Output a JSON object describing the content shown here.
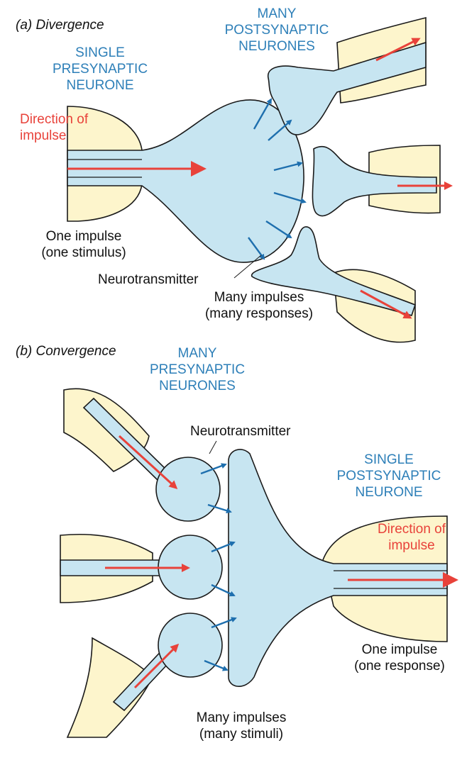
{
  "divergence": {
    "title": "(a) Divergence",
    "presynaptic_label": [
      "SINGLE",
      "PRESYNAPTIC",
      "NEURONE"
    ],
    "postsynaptic_label": [
      "MANY",
      "POSTSYNAPTIC",
      "NEURONES"
    ],
    "direction_label": [
      "Direction of",
      "impulse"
    ],
    "input_label": [
      "One impulse",
      "(one stimulus)"
    ],
    "transmitter_label": "Neurotransmitter",
    "output_label": [
      "Many impulses",
      "(many responses)"
    ]
  },
  "convergence": {
    "title": "(b) Convergence",
    "presynaptic_label": [
      "MANY",
      "PRESYNAPTIC",
      "NEURONES"
    ],
    "transmitter_label": "Neurotransmitter",
    "postsynaptic_label": [
      "SINGLE",
      "POSTSYNAPTIC",
      "NEURONE"
    ],
    "direction_label": [
      "Direction of",
      "impulse"
    ],
    "output_label": [
      "One impulse",
      "(one response)"
    ],
    "input_label": [
      "Many impulses",
      "(many stimuli)"
    ]
  },
  "colors": {
    "axon": "#fdf5cc",
    "neurone": "#c7e5f1",
    "neurotransmitter_arrow": "#1e6fae",
    "impulse_arrow": "#e8423a",
    "label_blue": "#2d7fb8"
  }
}
